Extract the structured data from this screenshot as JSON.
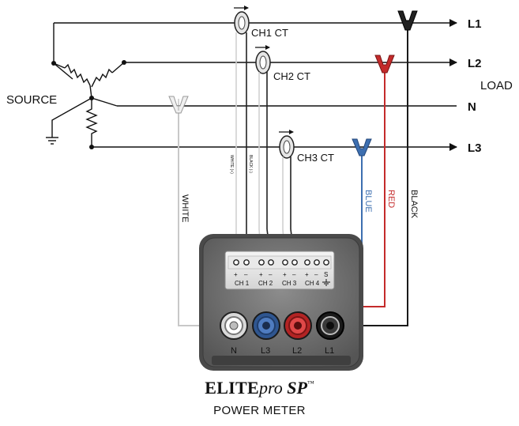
{
  "lines": {
    "l1": "L1",
    "l2": "L2",
    "n": "N",
    "l3": "L3",
    "load": "LOAD",
    "source": "SOURCE"
  },
  "cts": {
    "ch1": "CH1 CT",
    "ch2": "CH2 CT",
    "ch3": "CH3 CT"
  },
  "leads": {
    "white": "WHITE",
    "blue": "BLUE",
    "red": "RED",
    "black": "BLACK",
    "ct_white": "WHITE (+)",
    "ct_black": "BLACK (-)"
  },
  "terminal_block": {
    "plus": "+",
    "minus": "–",
    "ch1": "CH 1",
    "ch2": "CH 2",
    "ch3": "CH 3",
    "ch4": "CH 4",
    "s": "S"
  },
  "jacks": {
    "n": "N",
    "l3": "L3",
    "l2": "L2",
    "l1": "L1"
  },
  "product": {
    "name_bold": "ELITE",
    "name_italic": "pro",
    "name_suffix": "SP",
    "trademark": "™",
    "subtitle": "POWER METER"
  },
  "colors": {
    "white_lead": "#c8c8c8",
    "blue_lead": "#3d6fb0",
    "red_lead": "#c42b2b",
    "black_lead": "#1a1a1a",
    "meter_body": "#6f6f6f"
  }
}
